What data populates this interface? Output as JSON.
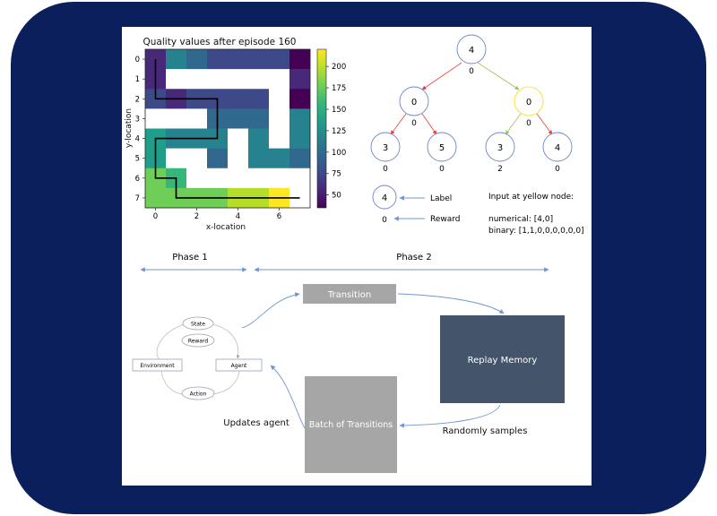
{
  "colors": {
    "frame": "#0b1f5c",
    "panel": "#ffffff",
    "viridis": [
      "#440154",
      "#482878",
      "#3e4989",
      "#31688e",
      "#26828e",
      "#1f9e89",
      "#35b779",
      "#6ece58",
      "#b5de2b",
      "#fde725"
    ],
    "tree_edge_red": "#e8413c",
    "tree_edge_green": "#9bc45a",
    "node_blue": "#6f84c8",
    "node_yellow": "#f5e64a",
    "arrow_blue": "#6f95d3",
    "gray_box": "#a6a6a6",
    "replay_box": "#44546a"
  },
  "heatmap": {
    "title": "Quality values after episode 160",
    "xlabel": "x-location",
    "ylabel": "y-location",
    "xticks": [
      "0",
      "2",
      "4",
      "6"
    ],
    "yticks": [
      "0",
      "1",
      "2",
      "3",
      "4",
      "5",
      "6",
      "7"
    ],
    "colorbar_ticks": [
      "200",
      "175",
      "150",
      "125",
      "100",
      "75",
      "50"
    ],
    "colorbar_range": [
      35,
      220
    ],
    "grid": [
      [
        60,
        110,
        95,
        75,
        80,
        85,
        80,
        45
      ],
      [
        60,
        null,
        null,
        null,
        null,
        null,
        null,
        60
      ],
      [
        70,
        65,
        70,
        70,
        75,
        80,
        null,
        45
      ],
      [
        null,
        null,
        null,
        90,
        100,
        100,
        null,
        120
      ],
      [
        140,
        115,
        115,
        110,
        null,
        110,
        null,
        115
      ],
      [
        135,
        null,
        null,
        90,
        null,
        120,
        120,
        100
      ],
      [
        170,
        155,
        null,
        null,
        null,
        null,
        null,
        null
      ],
      [
        175,
        175,
        185,
        185,
        195,
        205,
        215,
        null
      ]
    ],
    "path": [
      [
        0,
        0
      ],
      [
        0,
        2
      ],
      [
        3,
        2
      ],
      [
        3,
        4
      ],
      [
        0,
        4
      ],
      [
        0,
        6
      ],
      [
        1,
        6
      ],
      [
        1,
        7
      ],
      [
        7,
        7
      ]
    ]
  },
  "tree": {
    "root": {
      "label": "4",
      "reward": "0"
    },
    "level1": [
      {
        "label": "0",
        "reward": "0",
        "highlight": false
      },
      {
        "label": "0",
        "reward": "0",
        "highlight": true
      }
    ],
    "level2": [
      {
        "label": "3",
        "reward": "0"
      },
      {
        "label": "5",
        "reward": "0"
      },
      {
        "label": "3",
        "reward": "2"
      },
      {
        "label": "4",
        "reward": "0"
      }
    ],
    "legend": {
      "node": "4",
      "reward": "0",
      "label_text": "Label",
      "reward_text": "Reward"
    },
    "input_title": "Input at yellow node:",
    "numerical": "numerical: [4,0]",
    "binary": "binary: [1,1,0,0,0,0,0,0]"
  },
  "phases": {
    "phase1": "Phase 1",
    "phase2": "Phase 2"
  },
  "rl_loop": {
    "state": "State",
    "reward": "Reward",
    "action": "Action",
    "environment": "Environment",
    "agent": "Agent"
  },
  "flow": {
    "transition": "Transition",
    "replay": "Replay Memory",
    "batch": "Batch of Transitions",
    "updates": "Updates agent",
    "samples": "Randomly samples"
  }
}
